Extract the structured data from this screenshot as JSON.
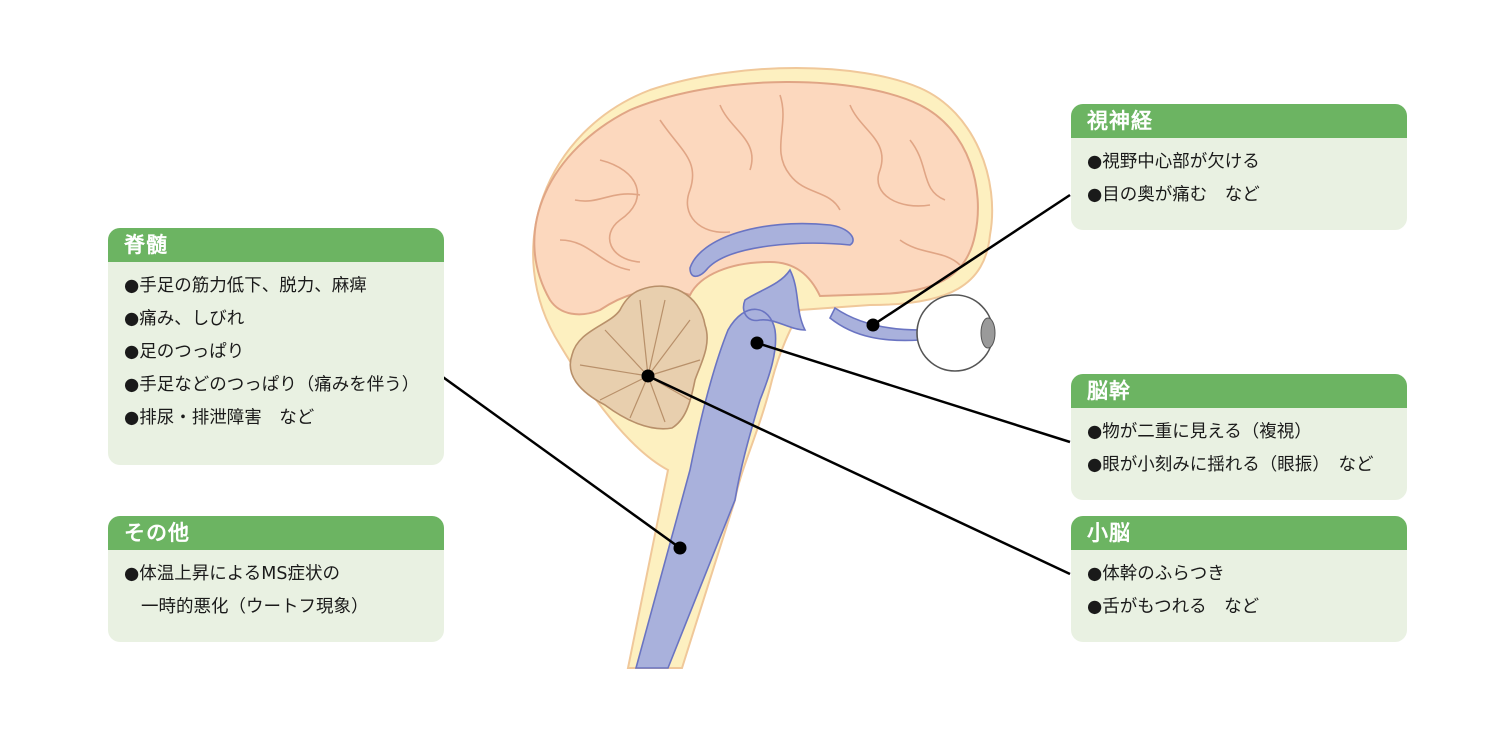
{
  "colors": {
    "header_green": "#6cb462",
    "box_bg": "#e9f1e2",
    "cortex_fill": "#fcd8be",
    "cortex_stroke": "#e0a585",
    "meninges_fill": "#fdf0c0",
    "ventricle_fill": "#a9b1dc",
    "ventricle_stroke": "#6a74c2",
    "cerebellum_fill": "#e8cfae",
    "leader_line": "#000000"
  },
  "boxes": {
    "spinal_cord": {
      "title": "脊髄",
      "items": [
        "●手足の筋力低下、脱力、麻痺",
        "●痛み、しびれ",
        "●足のつっぱり",
        "●手足などのつっぱり（痛みを伴う）",
        "●排尿・排泄障害　など"
      ]
    },
    "other": {
      "title": "その他",
      "items": [
        "●体温上昇によるMS症状の",
        "一時的悪化（ウートフ現象）"
      ]
    },
    "optic_nerve": {
      "title": "視神経",
      "items": [
        "●視野中心部が欠ける",
        "●目の奥が痛む　など"
      ]
    },
    "brainstem": {
      "title": "脳幹",
      "items": [
        "●物が二重に見える（複視）",
        "●眼が小刻みに揺れる（眼振）　など"
      ]
    },
    "cerebellum": {
      "title": "小脳",
      "items": [
        "●体幹のふらつき",
        "●舌がもつれる　など"
      ]
    }
  }
}
